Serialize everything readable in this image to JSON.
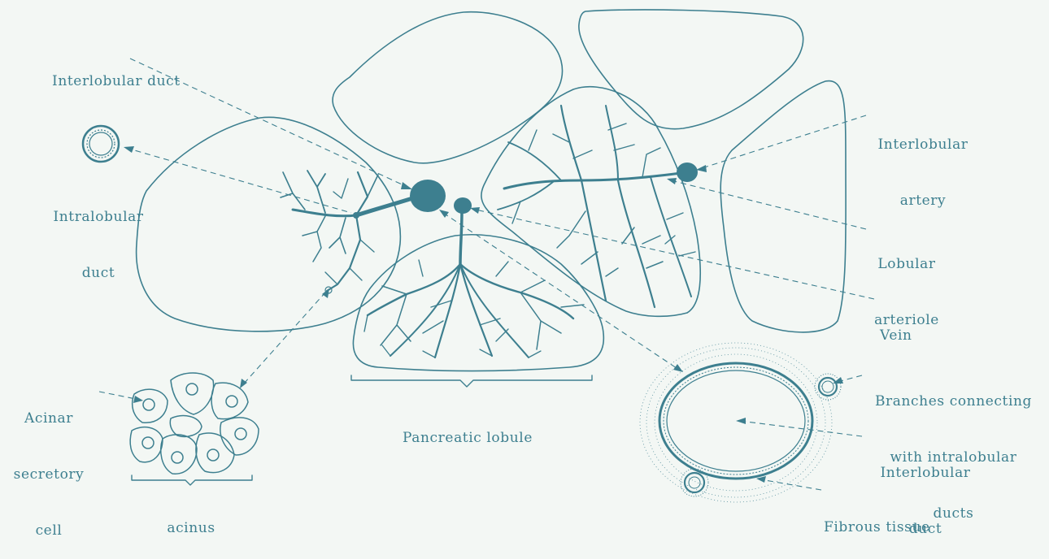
{
  "labels": {
    "interlobular_duct_top": "Interlobular duct",
    "intralobular_duct": [
      "Intralobular",
      "duct"
    ],
    "interlobular_artery": [
      "Interlobular",
      "artery"
    ],
    "lobular_arteriole": [
      "Lobular",
      "arteriole"
    ],
    "vein": "Vein",
    "acinar_secretory_cell": [
      "Acinar",
      "secretory",
      "cell"
    ],
    "pancreatic_lobule": "Pancreatic lobule",
    "acinus": "acinus",
    "branches_connecting": [
      "Branches connecting",
      "with intralobular",
      "ducts"
    ],
    "interlobular_duct_section": [
      "Interlobular",
      "duct"
    ],
    "fibrous_tissue": "Fibrous tissue"
  },
  "colors": {
    "ink": "#3d7f8f",
    "paper": "#f3f7f4"
  }
}
